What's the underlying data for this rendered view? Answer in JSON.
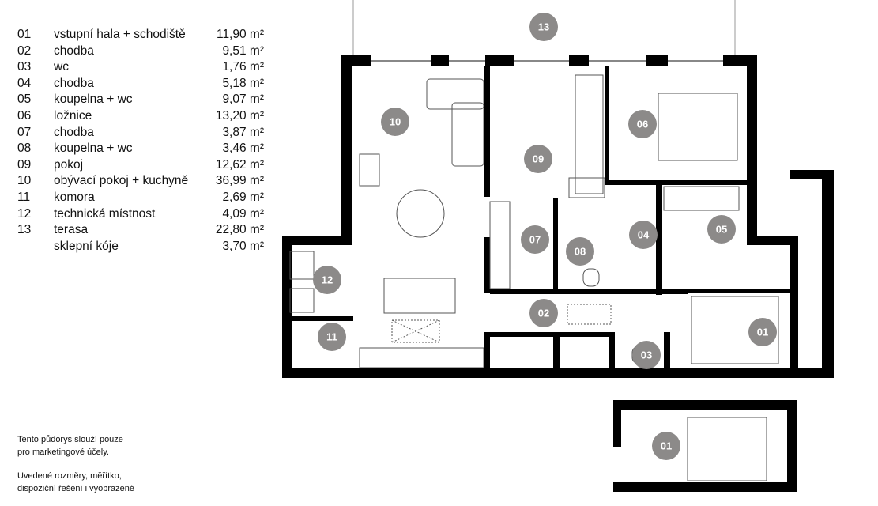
{
  "legend": [
    {
      "num": "01",
      "name": "vstupní hala + schodiště",
      "area": "11,90 m²"
    },
    {
      "num": "02",
      "name": "chodba",
      "area": "9,51 m²"
    },
    {
      "num": "03",
      "name": "wc",
      "area": "1,76 m²"
    },
    {
      "num": "04",
      "name": "chodba",
      "area": "5,18 m²"
    },
    {
      "num": "05",
      "name": "koupelna + wc",
      "area": "9,07 m²"
    },
    {
      "num": "06",
      "name": "ložnice",
      "area": "13,20 m²"
    },
    {
      "num": "07",
      "name": "chodba",
      "area": "3,87 m²"
    },
    {
      "num": "08",
      "name": "koupelna + wc",
      "area": "3,46 m²"
    },
    {
      "num": "09",
      "name": "pokoj",
      "area": "12,62 m²"
    },
    {
      "num": "10",
      "name": "obývací pokoj + kuchyně",
      "area": "36,99 m²"
    },
    {
      "num": "11",
      "name": "komora",
      "area": "2,69 m²"
    },
    {
      "num": "12",
      "name": "technická místnost",
      "area": "4,09 m²"
    },
    {
      "num": "13",
      "name": "terasa",
      "area": "22,80 m²"
    },
    {
      "num": "",
      "name": "sklepní kóje",
      "area": "3,70 m²"
    }
  ],
  "note": {
    "p1": [
      "Tento půdorys slouží pouze",
      "pro marketingové účely."
    ],
    "p2": [
      "Uvedené rozměry, měřítko,",
      "dispoziční řešení i vyobrazené"
    ]
  },
  "plan": {
    "marker_color": "#8c8a89",
    "wall_color": "#000000",
    "rooms": [
      "13",
      "10",
      "09",
      "06",
      "07",
      "08",
      "04",
      "05",
      "12",
      "02",
      "01",
      "11",
      "03",
      "01"
    ]
  }
}
